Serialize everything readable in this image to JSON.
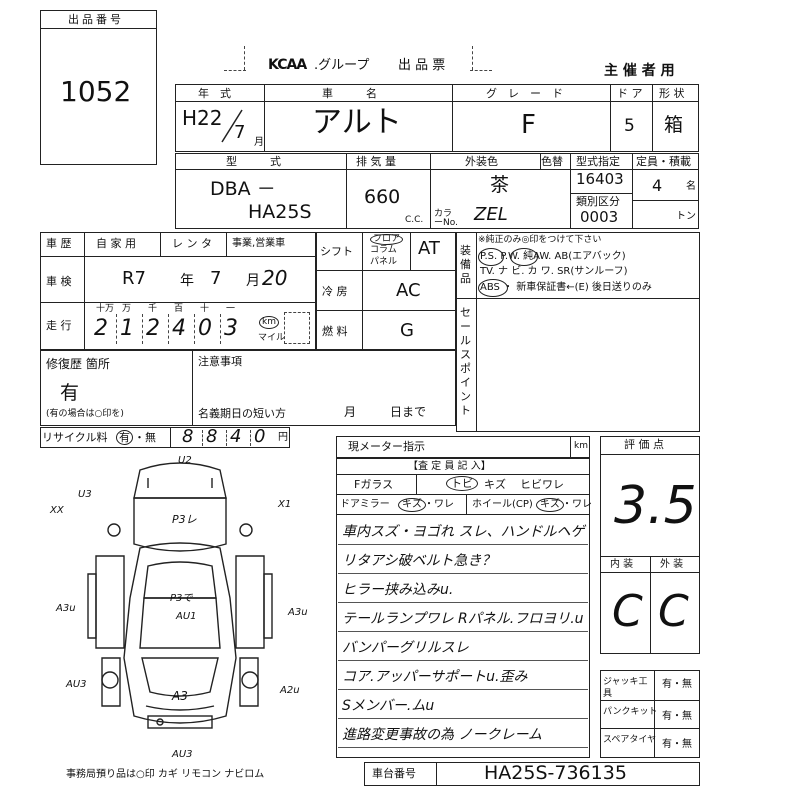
{
  "lot_box": {
    "label": "出品番号",
    "number": "1052"
  },
  "header": {
    "brand": "KCAA",
    "group": ".グループ",
    "form": "出 品 票",
    "organizer": "主 催 者 用"
  },
  "row1": {
    "labels": {
      "year": "年　式",
      "name": "車　　　名",
      "grade": "グ　レ　ー　ド",
      "doors": "ド ア",
      "shape": "形 状"
    },
    "values": {
      "year": "H22",
      "month": "7",
      "month_unit": "月",
      "name": "アルト",
      "grade": "F",
      "doors": "5",
      "shape": "箱"
    }
  },
  "row2": {
    "labels": {
      "model": "型　　　式",
      "displacement": "排 気 量",
      "exterior": "外装色",
      "color_change": "色替",
      "type_designation": "型式指定",
      "capacity": "定員・積載",
      "category": "類別区分"
    },
    "values": {
      "model1": "DBA －",
      "model2": "HA25S",
      "displacement": "660",
      "cc": "C.C.",
      "exterior": "茶",
      "color_no_label": "カラーNo.",
      "color_no": "ZEL",
      "type_designation": "16403",
      "capacity": "4",
      "capacity_unit": "名",
      "category": "0003",
      "ton": "トン"
    }
  },
  "history": {
    "label": "車 歴",
    "options": [
      "自 家 用",
      "レ ン タ",
      "事業,営業車"
    ],
    "inspection_label": "車 検",
    "inspection": {
      "era": "R7",
      "y": "年",
      "m_val": "7",
      "m": "月",
      "d_val": "20"
    },
    "mileage_label": "走 行",
    "mileage_units": [
      "十万",
      "万",
      "千",
      "百",
      "十",
      "一"
    ],
    "mileage_digits": [
      "2",
      "1",
      "2",
      "4",
      "0",
      "3"
    ],
    "km": "km",
    "mile": "マイル"
  },
  "mid": {
    "shift_label": "シフト",
    "shift_opts": [
      "フロア",
      "コラム",
      "パネル"
    ],
    "shift_val": "AT",
    "ac_label": "冷 房",
    "ac_val": "AC",
    "fuel_label": "燃 料",
    "fuel_val": "G"
  },
  "equip": {
    "side_label": "装備品",
    "note": "※純正のみ◎印をつけて下さい",
    "line1": "P.S.  P.W.  純AW. AB(エアバック)",
    "line2": "TV. ナ ビ. カ ワ. SR(サンルーフ)",
    "line3": "ABS ・ 新車保証書←(E) 後日送りのみ",
    "sales_point": "セールスポイント"
  },
  "repair": {
    "label": "修復歴 箇所",
    "value": "有",
    "note": "(有の場合は○印を)"
  },
  "remarks": {
    "label": "注意事項",
    "deadline": "名義期日の短い方",
    "month": "月",
    "day": "日まで"
  },
  "recycle": {
    "label": "リサイクル料",
    "yes": "有",
    "no": "・無",
    "digits": [
      "8",
      "8",
      "4",
      "0"
    ],
    "yen": "円"
  },
  "meter": {
    "label": "現メーター指示",
    "unit": "km"
  },
  "inspector": {
    "title": "【査 定 員 記 入】",
    "glass": "Fガラス",
    "glass_opts": [
      "トビ",
      "キズ",
      "ヒビワレ"
    ],
    "mirror": "ドアミラー",
    "mirror_opts": [
      "キズ",
      "・ワレ"
    ],
    "wheel": "ホイール(CP)",
    "wheel_opts": [
      "キズ",
      "・ワレ"
    ],
    "notes": [
      "車内スズ・ヨゴれ スレ、ハンドルヘゲ",
      "リタアシ破ベルト急き？",
      "ヒラー挟み込みu.",
      "テールランプワレ Rパネル.フロヨリ.u",
      "バンパーグリルスレ",
      "コア.アッパーサポートu.歪み",
      "Sメンバー.ムu",
      "進路変更事故の為 ノークレーム"
    ]
  },
  "score": {
    "label": "評 価 点",
    "value": "3.5",
    "interior_label": "内 装",
    "exterior_label": "外 装",
    "interior": "C",
    "exterior": "C"
  },
  "tools": {
    "rows": [
      {
        "label": "ジャッキ工具",
        "val": "有・無"
      },
      {
        "label": "パンクキット",
        "val": "有・無"
      },
      {
        "label": "スペアタイヤ",
        "val": "有・無"
      }
    ]
  },
  "chassis": {
    "label": "車台番号",
    "value": "HA25S-736135"
  },
  "diagram": {
    "marks": [
      "U2",
      "U3",
      "XX",
      "X1",
      "P3レ",
      "P3で",
      "AU1",
      "A3u",
      "A3u",
      "AU3",
      "A2u",
      "A3",
      "AU3"
    ],
    "footer": "事務局預り品は○印  カギ リモコン ナビロム"
  }
}
